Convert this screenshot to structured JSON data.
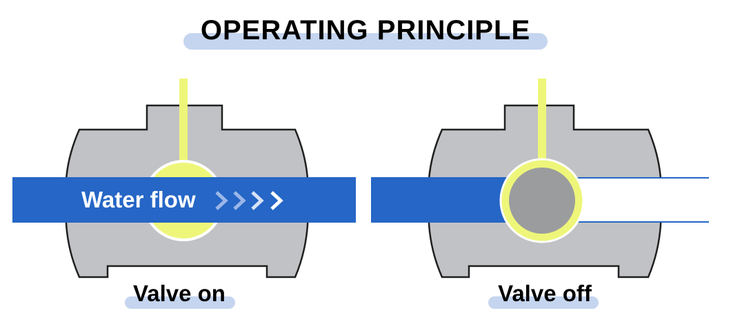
{
  "title": "OPERATING PRINCIPLE",
  "left_diagram": {
    "flow_label": "Water flow",
    "caption": "Valve on"
  },
  "right_diagram": {
    "caption": "Valve off"
  },
  "colors": {
    "body_gray": "#c1c2c5",
    "body_outline": "#1f1f1f",
    "water_blue": "#2566c6",
    "ball_yellow": "#eef67a",
    "ball_gray": "#9b9c9e",
    "pill_blue": "#c5d5ef",
    "chevron_light": "#9bb6e8"
  }
}
